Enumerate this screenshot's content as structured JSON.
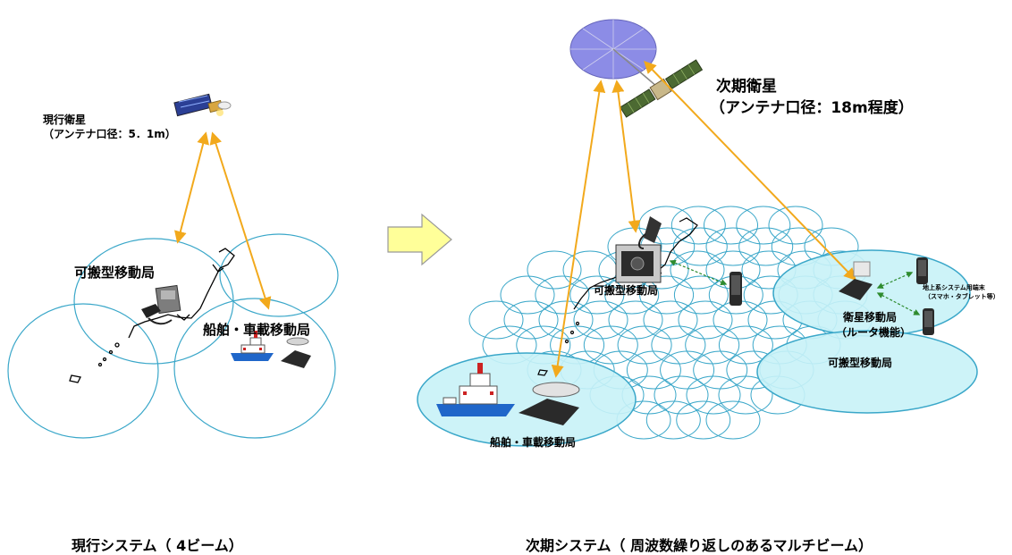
{
  "left_panel": {
    "satellite_title": "現行衛星",
    "satellite_antenna": "（アンテナ口径：5．1m）",
    "portable_station": "可搬型移動局",
    "ship_vehicle_station": "船舶・車載移動局",
    "caption": "現行システム（ 4ビーム）"
  },
  "right_panel": {
    "satellite_title": "次期衛星",
    "satellite_antenna": "（アンテナ口径：18m程度）",
    "portable_station_map": "可搬型移動局",
    "satellite_mobile_station": "衛星移動局",
    "router_function": "（ルータ機能）",
    "terrestrial_terminal": "地上系システム用端末",
    "terrestrial_terminal_sub": "（スマホ・タブレット等）",
    "portable_station_beam": "可搬型移動局",
    "ship_vehicle_station": "船舶・車載移動局",
    "caption": "次期システム（ 周波数繰り返しのあるマルチビーム）"
  },
  "colors": {
    "beam_outline": "#3aa7c9",
    "beam_fill": "#c8f2f7",
    "link_arrow": "#f2a91c",
    "transition_arrow_fill": "#ffff99",
    "transition_arrow_stroke": "#999999",
    "wireless_link": "#2e8b2e",
    "reflector": "#8c8ce6"
  }
}
